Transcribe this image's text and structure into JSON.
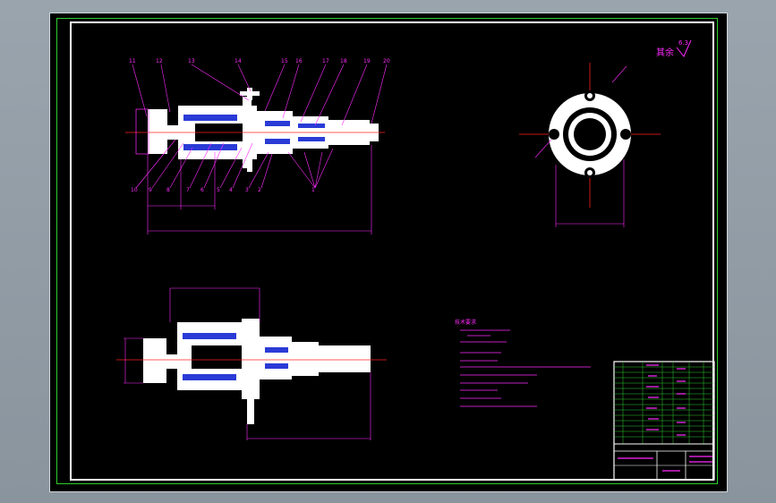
{
  "drawing": {
    "roughness_symbol": "其余",
    "roughness_value": "6.3",
    "part_labels_top": [
      "11",
      "12",
      "13",
      "14",
      "15",
      "16",
      "17",
      "18",
      "19",
      "20"
    ],
    "part_labels_bottom": [
      "10",
      "9",
      "8",
      "7",
      "6",
      "5",
      "4",
      "3",
      "2",
      "1"
    ],
    "notes_title": "技术要求"
  },
  "colors": {
    "background": "#000000",
    "outline": "#ffffff",
    "annotation": "#ff2bff",
    "centerline": "#ff2020",
    "hatch": "#2a3bd6",
    "frame_green": "#2ecc2e"
  }
}
